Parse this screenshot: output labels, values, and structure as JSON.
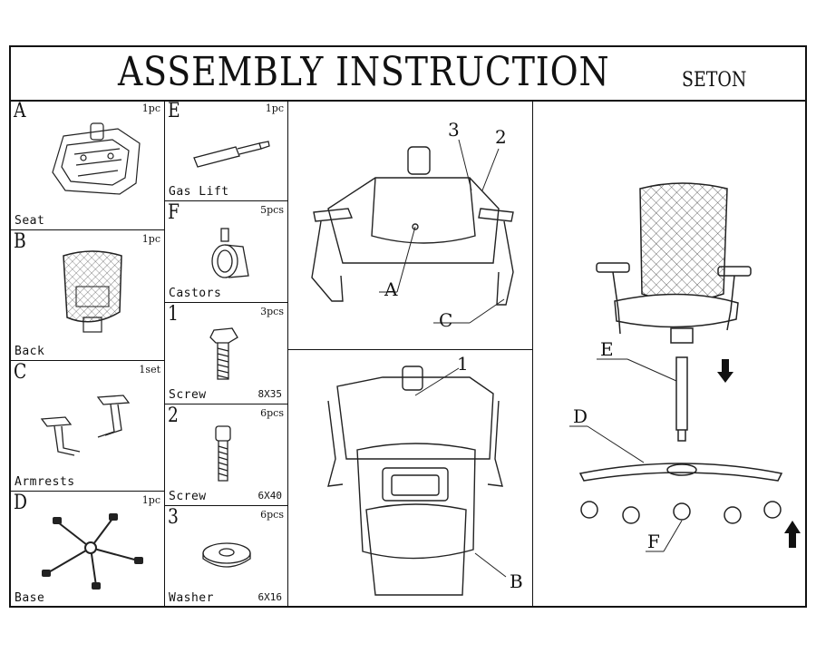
{
  "header": {
    "title": "ASSEMBLY INSTRUCTION",
    "brand": "SETON"
  },
  "parts_col1": [
    {
      "letter": "A",
      "qty": "1pc",
      "name": "Seat",
      "icon": "seat-icon"
    },
    {
      "letter": "B",
      "qty": "1pc",
      "name": "Back",
      "icon": "back-icon"
    },
    {
      "letter": "C",
      "qty": "1set",
      "name": "Armrests",
      "icon": "armrests-icon"
    },
    {
      "letter": "D",
      "qty": "1pc",
      "name": "Base",
      "icon": "base-icon"
    }
  ],
  "parts_col2": [
    {
      "letter": "E",
      "qty": "1pc",
      "name": "Gas Lift",
      "size": "",
      "icon": "gas-lift-icon"
    },
    {
      "letter": "F",
      "qty": "5pcs",
      "name": "Castors",
      "size": "",
      "icon": "castor-icon"
    },
    {
      "letter": "1",
      "qty": "3pcs",
      "name": "Screw",
      "size": "8X35",
      "icon": "screw-icon"
    },
    {
      "letter": "2",
      "qty": "6pcs",
      "name": "Screw",
      "size": "6X40",
      "icon": "screw-icon"
    },
    {
      "letter": "3",
      "qty": "6pcs",
      "name": "Washer",
      "size": "6X16",
      "icon": "washer-icon"
    }
  ],
  "diagram_labels": {
    "step1": {
      "a": "A",
      "c": "C",
      "n3": "3",
      "n2": "2"
    },
    "step2": {
      "n1": "1",
      "b": "B"
    },
    "step3": {
      "e": "E",
      "d": "D",
      "f": "F"
    }
  }
}
